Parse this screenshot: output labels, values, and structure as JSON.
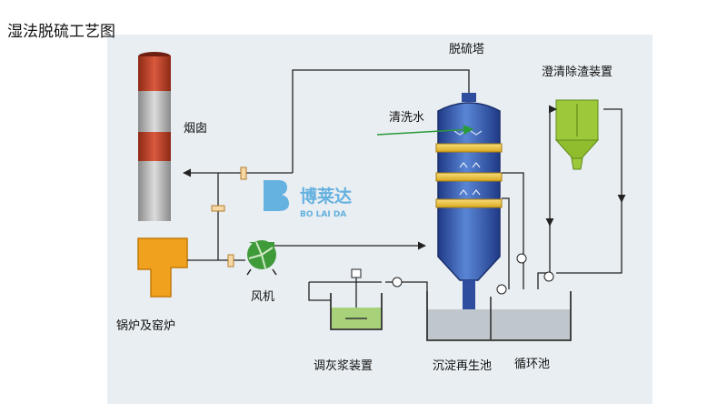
{
  "title": "湿法脱硫工艺图",
  "labels": {
    "tower": "脱硫塔",
    "wash_water": "清洗水",
    "slag_device": "澄清除渣装置",
    "chimney": "烟囱",
    "fan": "风机",
    "boiler": "锅炉及窑炉",
    "slurry_device": "调灰浆装置",
    "settle_pool": "沉淀再生池",
    "circ_pool": "循环池"
  },
  "logo": {
    "cn": "博莱达",
    "en": "BO LAI DA"
  },
  "colors": {
    "background_panel": "#e9eef2",
    "tower_blue": "#2e4d9e",
    "chimney_red": "#c9452b",
    "chimney_gray": "#b9b9b9",
    "boiler_orange": "#f0a21e",
    "fan_green": "#3f9a3a",
    "packing_yellow": "#f3cf4a",
    "clarifier_green": "#9cc83a",
    "pool_water": "#bfc7cc",
    "arrow_green": "#2b9a3a",
    "logo_blue": "#4ea7dc"
  }
}
